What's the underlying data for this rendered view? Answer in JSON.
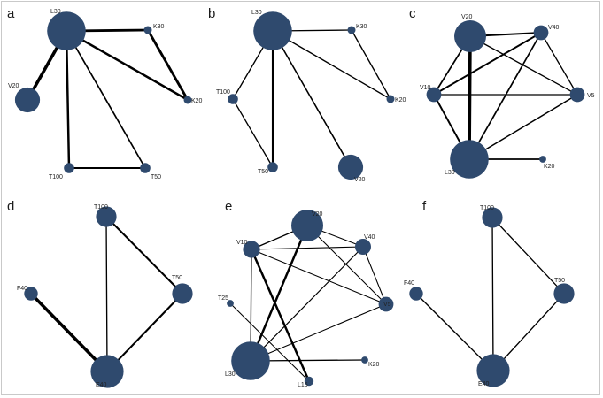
{
  "colors": {
    "node": "#2f4a6e",
    "edge": "#000000",
    "background": "#ffffff"
  },
  "panels": [
    {
      "id": "a",
      "label": "a",
      "nodes": [
        {
          "id": "L30",
          "label": "L30",
          "size": 3
        },
        {
          "id": "K30",
          "label": "K30",
          "size": 0.3
        },
        {
          "id": "K20",
          "label": "K20",
          "size": 0.3
        },
        {
          "id": "V20",
          "label": "V20",
          "size": 1.8
        },
        {
          "id": "T100",
          "label": "T100",
          "size": 0.5
        },
        {
          "id": "T50",
          "label": "T50",
          "size": 0.5
        }
      ],
      "edges": [
        {
          "from": "L30",
          "to": "V20",
          "weight": 4
        },
        {
          "from": "L30",
          "to": "K30",
          "weight": 3
        },
        {
          "from": "L30",
          "to": "K20",
          "weight": 2.5
        },
        {
          "from": "K30",
          "to": "K20",
          "weight": 3
        },
        {
          "from": "L30",
          "to": "T100",
          "weight": 2.5
        },
        {
          "from": "L30",
          "to": "T50",
          "weight": 1.5
        },
        {
          "from": "T100",
          "to": "T50",
          "weight": 2
        }
      ]
    },
    {
      "id": "b",
      "label": "b",
      "nodes": [
        {
          "id": "L30",
          "label": "L30",
          "size": 3
        },
        {
          "id": "K30",
          "label": "K30",
          "size": 0.3
        },
        {
          "id": "K20",
          "label": "K20",
          "size": 0.3
        },
        {
          "id": "T100",
          "label": "T100",
          "size": 0.5
        },
        {
          "id": "T50",
          "label": "T50",
          "size": 0.5
        },
        {
          "id": "V20",
          "label": "V20",
          "size": 1.8
        }
      ],
      "edges": [
        {
          "from": "L30",
          "to": "K30",
          "weight": 1
        },
        {
          "from": "K30",
          "to": "K20",
          "weight": 1
        },
        {
          "from": "L30",
          "to": "K20",
          "weight": 1
        },
        {
          "from": "L30",
          "to": "T100",
          "weight": 1
        },
        {
          "from": "L30",
          "to": "T50",
          "weight": 2
        },
        {
          "from": "L30",
          "to": "V20",
          "weight": 1.3
        },
        {
          "from": "T100",
          "to": "T50",
          "weight": 1
        }
      ]
    },
    {
      "id": "c",
      "label": "c",
      "nodes": [
        {
          "id": "V20",
          "label": "V20",
          "size": 2.4
        },
        {
          "id": "V40",
          "label": "V40",
          "size": 0.9
        },
        {
          "id": "V10",
          "label": "V10",
          "size": 0.9
        },
        {
          "id": "V5",
          "label": "V5",
          "size": 0.9
        },
        {
          "id": "L30",
          "label": "L30",
          "size": 3
        },
        {
          "id": "K20",
          "label": "K20",
          "size": 0.2
        }
      ],
      "edges": [
        {
          "from": "V20",
          "to": "L30",
          "weight": 4
        },
        {
          "from": "V20",
          "to": "V40",
          "weight": 1.8
        },
        {
          "from": "V20",
          "to": "V10",
          "weight": 1.5
        },
        {
          "from": "V20",
          "to": "V5",
          "weight": 1
        },
        {
          "from": "V40",
          "to": "V10",
          "weight": 1.8
        },
        {
          "from": "V40",
          "to": "V5",
          "weight": 1
        },
        {
          "from": "V40",
          "to": "L30",
          "weight": 1.5
        },
        {
          "from": "V10",
          "to": "V5",
          "weight": 1
        },
        {
          "from": "V10",
          "to": "L30",
          "weight": 1.8
        },
        {
          "from": "V5",
          "to": "L30",
          "weight": 1.2
        },
        {
          "from": "L30",
          "to": "K20",
          "weight": 1.5
        }
      ]
    },
    {
      "id": "d",
      "label": "d",
      "nodes": [
        {
          "id": "T100",
          "label": "T100",
          "size": 1.4
        },
        {
          "id": "T50",
          "label": "T50",
          "size": 1.4
        },
        {
          "id": "F40",
          "label": "F40",
          "size": 0.8
        },
        {
          "id": "E40",
          "label": "E40",
          "size": 2.5
        }
      ],
      "edges": [
        {
          "from": "T100",
          "to": "T50",
          "weight": 2
        },
        {
          "from": "T100",
          "to": "E40",
          "weight": 1
        },
        {
          "from": "T50",
          "to": "E40",
          "weight": 2
        },
        {
          "from": "F40",
          "to": "E40",
          "weight": 4
        }
      ]
    },
    {
      "id": "e",
      "label": "e",
      "nodes": [
        {
          "id": "V20",
          "label": "V20",
          "size": 2.4
        },
        {
          "id": "V10",
          "label": "V10",
          "size": 1.1
        },
        {
          "id": "V40",
          "label": "V40",
          "size": 1
        },
        {
          "id": "V5",
          "label": "V5",
          "size": 0.9
        },
        {
          "id": "T25",
          "label": "T25",
          "size": 0.2
        },
        {
          "id": "L30",
          "label": "L30",
          "size": 3
        },
        {
          "id": "K20",
          "label": "K20",
          "size": 0.2
        },
        {
          "id": "L15",
          "label": "L15",
          "size": 0.4
        }
      ],
      "edges": [
        {
          "from": "V20",
          "to": "V10",
          "weight": 1
        },
        {
          "from": "V20",
          "to": "V40",
          "weight": 0.6
        },
        {
          "from": "V20",
          "to": "V5",
          "weight": 0.6
        },
        {
          "from": "V20",
          "to": "L30",
          "weight": 2.5
        },
        {
          "from": "V10",
          "to": "V40",
          "weight": 0.6
        },
        {
          "from": "V10",
          "to": "V5",
          "weight": 0.6
        },
        {
          "from": "V10",
          "to": "L30",
          "weight": 1
        },
        {
          "from": "V10",
          "to": "L15",
          "weight": 2.5
        },
        {
          "from": "V40",
          "to": "V5",
          "weight": 0.6
        },
        {
          "from": "V40",
          "to": "L30",
          "weight": 0.8
        },
        {
          "from": "V5",
          "to": "L30",
          "weight": 0.6
        },
        {
          "from": "L30",
          "to": "K20",
          "weight": 1
        },
        {
          "from": "T25",
          "to": "L15",
          "weight": 0.6
        }
      ]
    },
    {
      "id": "f",
      "label": "f",
      "nodes": [
        {
          "id": "T100",
          "label": "T100",
          "size": 1.4
        },
        {
          "id": "T50",
          "label": "T50",
          "size": 1.4
        },
        {
          "id": "F40",
          "label": "F40",
          "size": 0.8
        },
        {
          "id": "E40",
          "label": "E40",
          "size": 2.5
        }
      ],
      "edges": [
        {
          "from": "T100",
          "to": "T50",
          "weight": 1
        },
        {
          "from": "T100",
          "to": "E40",
          "weight": 1
        },
        {
          "from": "T50",
          "to": "E40",
          "weight": 1
        },
        {
          "from": "F40",
          "to": "E40",
          "weight": 1
        }
      ]
    }
  ]
}
